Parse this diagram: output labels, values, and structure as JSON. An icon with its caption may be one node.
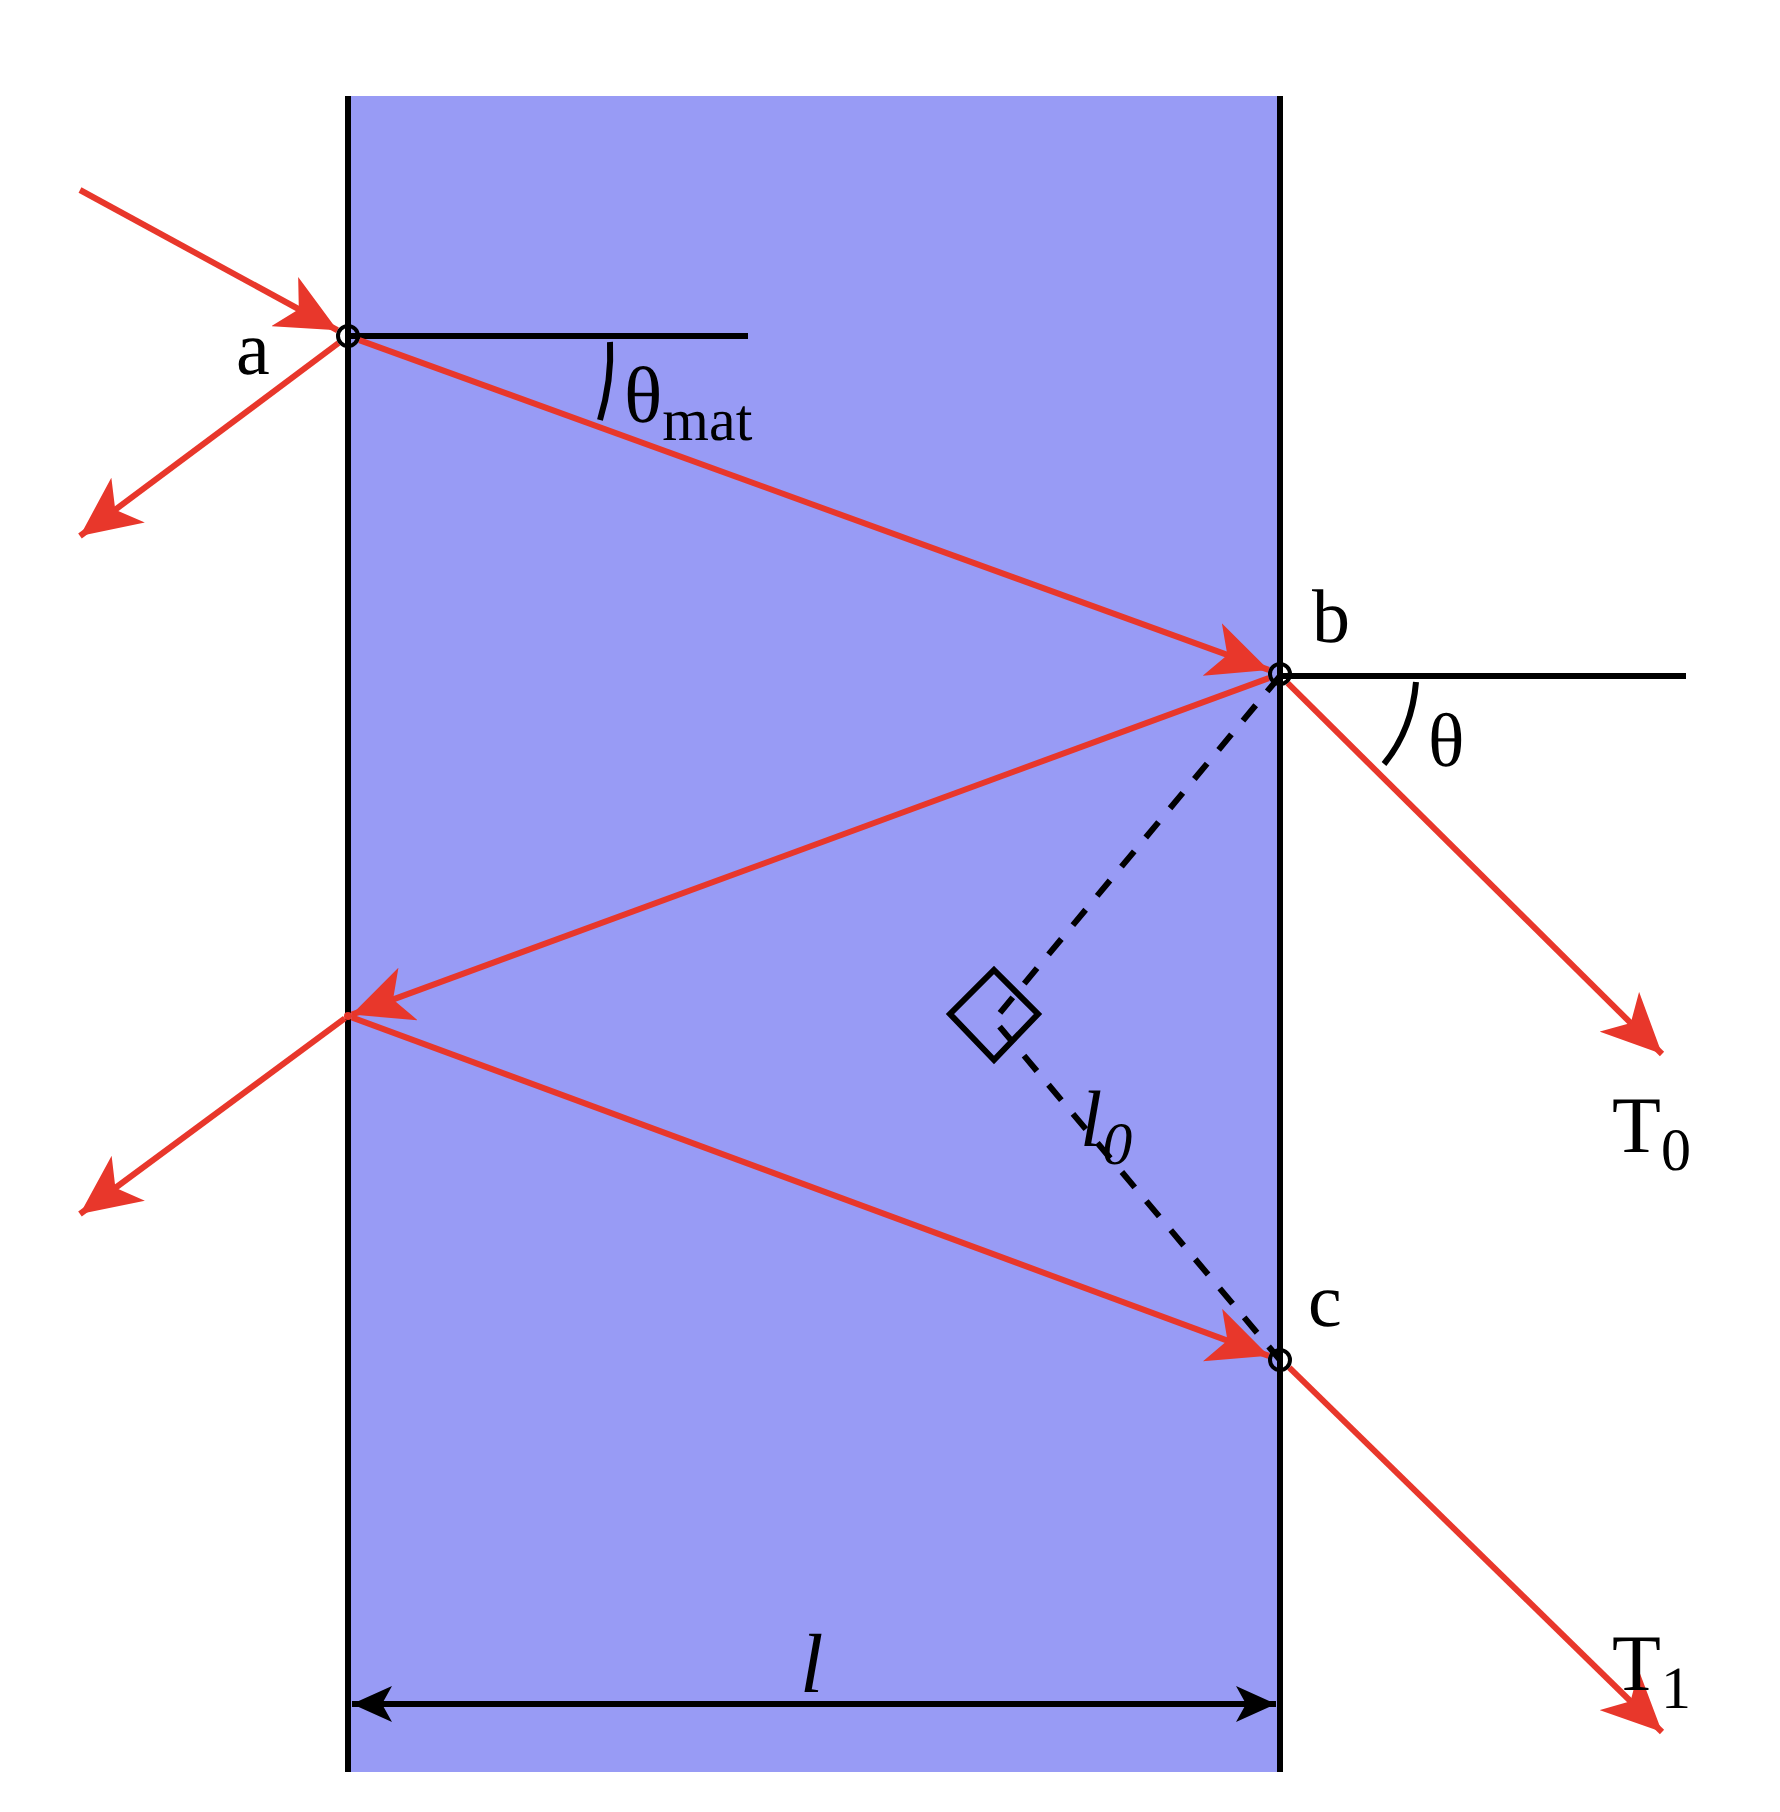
{
  "diagram": {
    "nodes": [
      {
        "text": [],
        "shape": "circle",
        "beside": [
          "a"
        ]
      },
      {
        "text": [],
        "shape": "circle",
        "beside": [
          "b"
        ]
      },
      {
        "text": [],
        "shape": "point"
      },
      {
        "text": [],
        "shape": "circle",
        "beside": [
          "c"
        ]
      },
      {
        "text": [
          "T$_{0}$"
        ]
      },
      {
        "text": [
          "T$_{1}$"
        ]
      }
    ],
    "edges": [
      {
        "from": null,
        "to": 0,
        "arrow": "to"
      },
      {
        "from": 0,
        "to": null,
        "arrow": "to"
      },
      {
        "from": 0,
        "to": 1,
        "arrow": "to"
      },
      {
        "from": 1,
        "to": 4,
        "arrow": "to"
      },
      {
        "from": 1,
        "to": 2,
        "arrow": "to"
      },
      {
        "from": 2,
        "to": null,
        "arrow": "to"
      },
      {
        "from": 2,
        "to": 3,
        "arrow": "to"
      },
      {
        "from": 3,
        "to": 5,
        "arrow": "to"
      }
    ],
    "labels": [
      "θ$_{mat}$",
      "θ",
      "l$_{0}$",
      "l"
    ]
  }
}
